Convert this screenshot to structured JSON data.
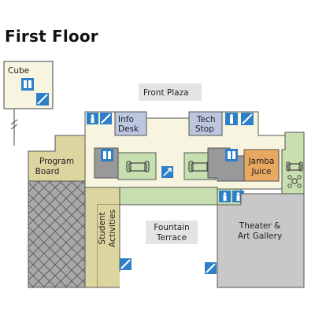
{
  "title": "First Floor",
  "labels": {
    "cube": "Cube",
    "front_plaza": "Front Plaza",
    "info_desk_1": "Info",
    "info_desk_2": "Desk",
    "tech_stop_1": "Tech",
    "tech_stop_2": "Stop",
    "program_board_1": "Program",
    "program_board_2": "Board",
    "jamba_juice_1": "Jamba",
    "jamba_juice_2": "Juice",
    "student_activities_1": "Student",
    "student_activities_2": "Activities",
    "fountain_terrace_1": "Fountain",
    "fountain_terrace_2": "Terrace",
    "theater_1": "Theater &",
    "theater_2": "Art Gallery"
  },
  "colors": {
    "floor": "#f7f5e0",
    "lounge_green": "#c8dfb0",
    "blue_room": "#bcc6e0",
    "program_board": "#ddd5a0",
    "jamba_juice": "#e8a860",
    "student_activities": "#ddd5a0",
    "theater": "#c8c8c8",
    "dark_gray": "#999999",
    "crosshatch": "#a8a8a8",
    "icon_blue": "#2e7fc8",
    "plaza_gray": "#e4e4e4"
  },
  "icons": [
    "elevator-icon",
    "stairs-icon",
    "restroom-icon",
    "sofa-icon",
    "table-icon",
    "stair-arrow-icon"
  ]
}
